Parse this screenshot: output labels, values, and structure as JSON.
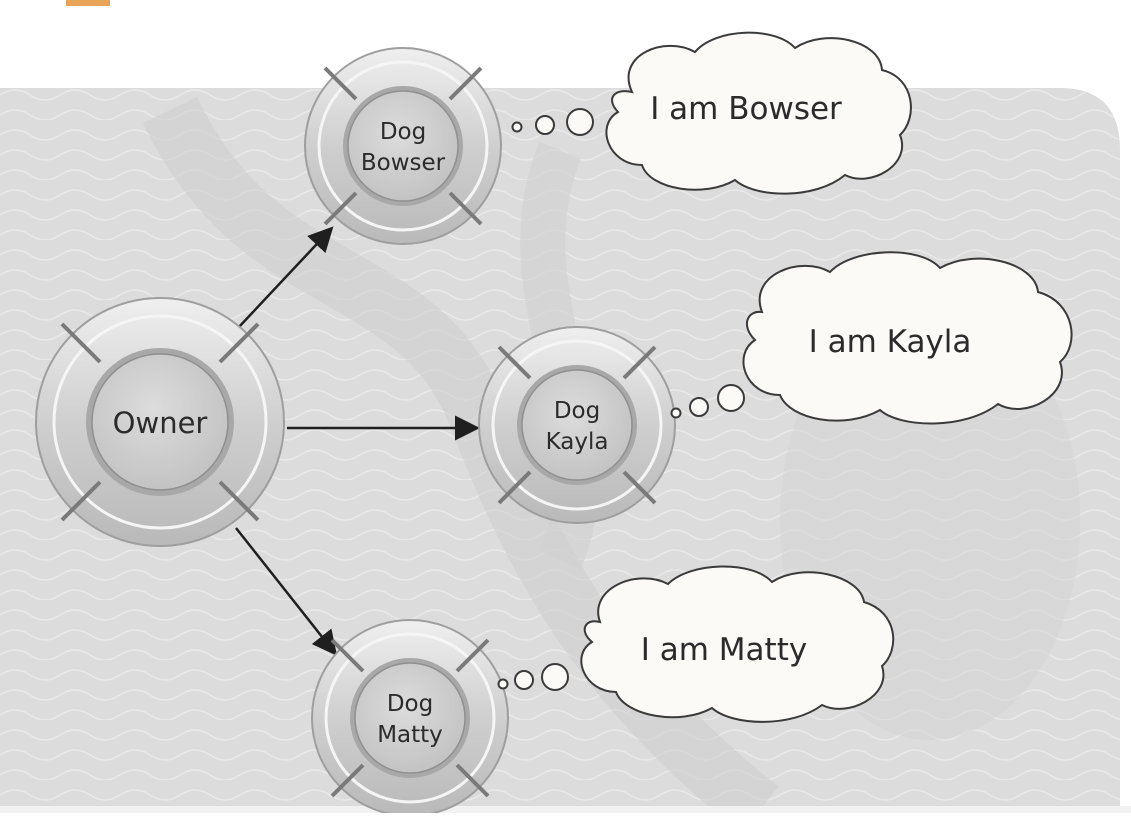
{
  "colors": {
    "accent": "#e8a55a",
    "panel": "#dcdcdc",
    "ring": "#c9c9c9",
    "arrow": "#1f1f1f",
    "cloud_fill": "#fbfaf7",
    "text": "#2b2b2b"
  },
  "nodes": {
    "owner": {
      "label": "Owner"
    },
    "bowser": {
      "line1": "Dog",
      "line2": "Bowser"
    },
    "kayla": {
      "line1": "Dog",
      "line2": "Kayla"
    },
    "matty": {
      "line1": "Dog",
      "line2": "Matty"
    }
  },
  "clouds": {
    "bowser": "I am Bowser",
    "kayla": "I am Kayla",
    "matty": "I am Matty"
  }
}
